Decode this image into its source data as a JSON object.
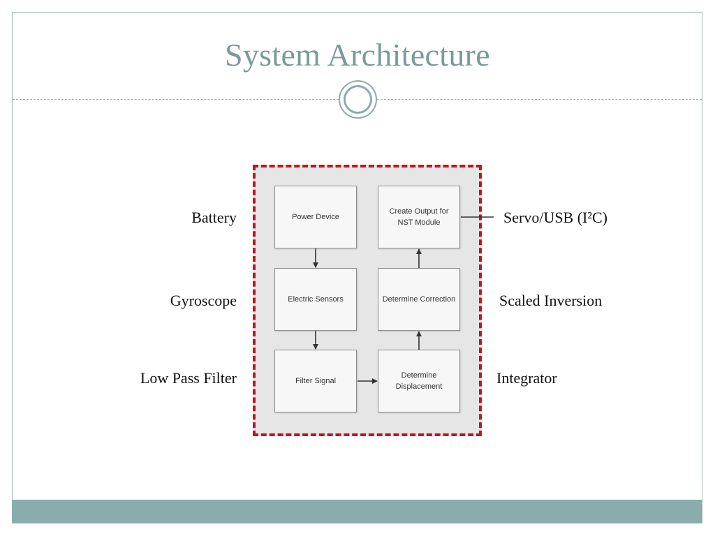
{
  "slide": {
    "title": "System Architecture"
  },
  "diagram": {
    "blocks": {
      "power_device": "Power Device",
      "electric_sensors": "Electric Sensors",
      "filter_signal": "Filter Signal",
      "create_output": "Create Output for NST Module",
      "determine_correction": "Determine Correction",
      "determine_displacement": "Determine Displacement"
    },
    "left_labels": {
      "battery": "Battery",
      "gyroscope": "Gyroscope",
      "low_pass_filter": "Low Pass Filter"
    },
    "right_labels": {
      "servo_usb": "Servo/USB (I²C)",
      "scaled_inversion": "Scaled Inversion",
      "integrator": "Integrator"
    },
    "colors": {
      "accent": "#8aacac",
      "title": "#7a9a9a",
      "border_dashed": "#c2141c",
      "panel": "#e6e6e6"
    }
  }
}
